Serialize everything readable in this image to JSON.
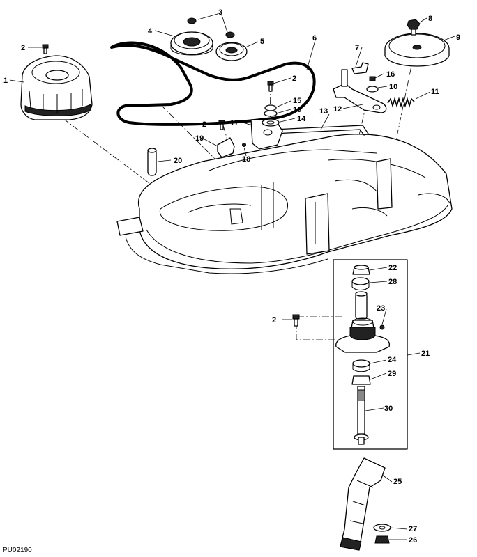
{
  "diagram": {
    "code": "PU02190",
    "callouts": [
      "1",
      "2",
      "3",
      "4",
      "5",
      "6",
      "7",
      "8",
      "9",
      "10",
      "11",
      "12",
      "13",
      "14",
      "15",
      "16",
      "17",
      "18",
      "19",
      "20",
      "21",
      "22",
      "23",
      "24",
      "25",
      "26",
      "27",
      "28",
      "29",
      "30"
    ]
  }
}
